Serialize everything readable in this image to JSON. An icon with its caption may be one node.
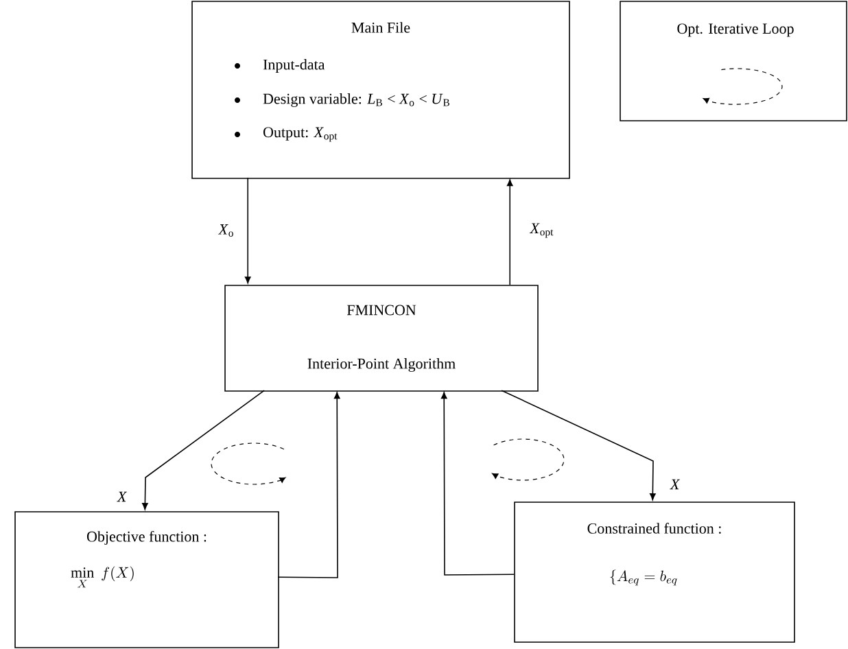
{
  "diagram": {
    "nodes": [
      {
        "text": [
          "Main File",
          "Input-data",
          "Design variable: *L*$_{B}$ < *X*$_{o}$ < *U*$_{B}$",
          "Output: *X*$_{opt}$"
        ]
      },
      {
        "text": [
          "FMINCON",
          "Interior-Point  Algorithm"
        ]
      },
      {
        "text": [
          "Objective function :",
          "\\min_{X} \\; f(X)"
        ]
      },
      {
        "text": [
          "Constrained function :",
          "\\{A_{eq} = b_{eq}"
        ]
      }
    ],
    "edges": [
      {
        "from": 0,
        "to": 1,
        "arrow": "to",
        "label": "*X*$_{o}$"
      },
      {
        "from": 1,
        "to": 0,
        "arrow": "to",
        "label": "*X*$_{opt}$"
      },
      {
        "from": 1,
        "to": 2,
        "arrow": "to",
        "label": "*X*"
      },
      {
        "from": 2,
        "to": 1,
        "arrow": "to"
      },
      {
        "from": 3,
        "to": 1,
        "arrow": "to"
      },
      {
        "from": 1,
        "to": 3,
        "arrow": "to",
        "label": "*X*"
      }
    ],
    "legend": [
      {
        "text": "Opt. Iterative Loop"
      }
    ]
  }
}
